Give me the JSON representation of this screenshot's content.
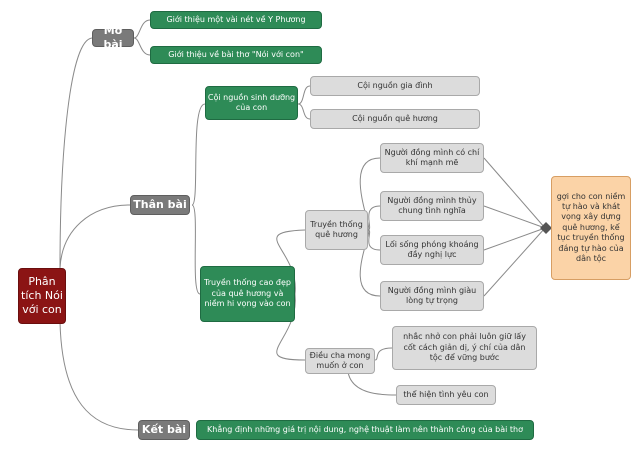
{
  "root": "Phân tích Nói với con",
  "mo_bai": {
    "label": "Mở bài",
    "items": [
      "Giới thiệu một vài nét về Y Phương",
      "Giới thiệu về bài thơ \"Nói với con\""
    ]
  },
  "than_bai": {
    "label": "Thân bài",
    "coi_nguon": {
      "label": "Cội nguồn sinh dưỡng của con",
      "items": [
        "Cội nguồn gia đình",
        "Cội nguồn quê hương"
      ]
    },
    "truyen_thong": {
      "label": "Truyền thống cao đẹp của quê hương và niềm hi vọng vào con",
      "truyen_thong_que_huong": {
        "label": "Truyền thống quê hương",
        "items": [
          "Người đồng mình có chí khí mạnh mẽ",
          "Người đồng mình thủy chung tình nghĩa",
          "Lối sống phóng khoáng đầy nghị lực",
          "Người đồng mình giàu lòng tự trọng"
        ],
        "summary": "gợi cho con niềm tự hào và khát vọng xây dựng quê hương, kế tục truyền thống đáng tự hào của dân tộc"
      },
      "dieu_cha_mong": {
        "label": "Điều cha mong muốn ở con",
        "items": [
          "nhắc nhở con phải luôn giữ lấy cốt cách giản dị, ý chí của dân tộc để vững bước",
          "thể hiện tình yêu con"
        ]
      }
    }
  },
  "ket_bai": {
    "label": "Kết bài",
    "items": [
      "Khẳng định những giá trị nội dung, nghệ thuật làm nên thành công của bài thơ"
    ]
  },
  "colors": {
    "root": "#8b1414",
    "section": "#7a7a7a",
    "green": "#2e8b57",
    "grey": "#dcdcdc",
    "orange": "#fbd3a7",
    "line": "#8a8a8a"
  }
}
